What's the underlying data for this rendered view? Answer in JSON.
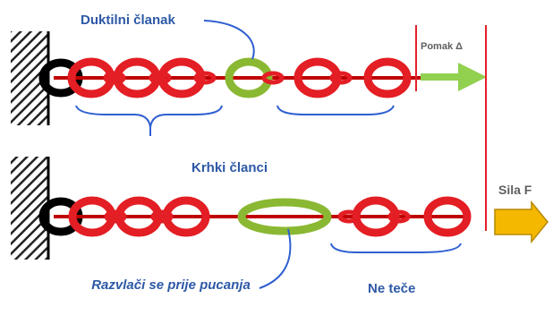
{
  "labels": {
    "ductile_link": "Duktilni članak",
    "displacement": "Pomak Δ",
    "brittle_links": "Krhki članci",
    "force": "Sila F",
    "stretches_before_breaking": "Razvlači se prije pucanja",
    "does_not_yield": "Ne teče"
  },
  "colors": {
    "brittle_link": "#e31e24",
    "ductile_link": "#8ab833",
    "rod": "#c00000",
    "anchor_link": "#000000",
    "bracket": "#2e5fd0",
    "arrow_green": "#92d050",
    "arrow_yellow": "#f5b800",
    "limit_line": "#e3202a",
    "label_blue": "#2d59a6",
    "label_grey": "#5f5f5f"
  }
}
